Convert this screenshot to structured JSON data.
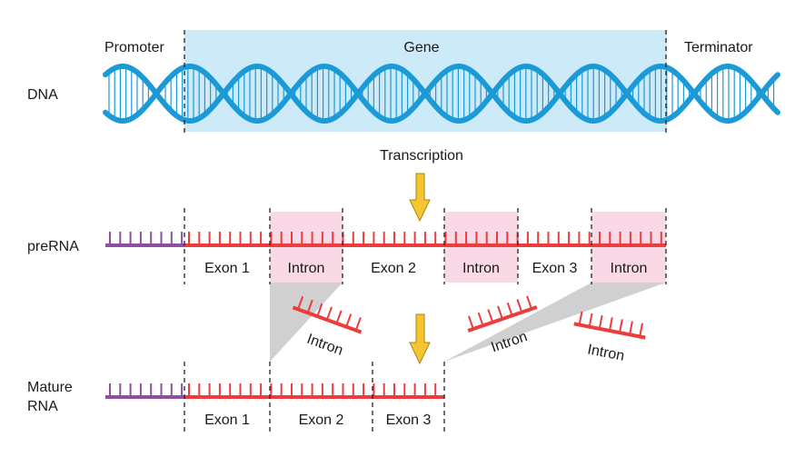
{
  "labels": {
    "dna": "DNA",
    "promoter": "Promoter",
    "gene": "Gene",
    "terminator": "Terminator",
    "transcription": "Transcription",
    "prerna": "preRNA",
    "mature_line1": "Mature",
    "mature_line2": "RNA"
  },
  "prerna_segments": [
    "Exon 1",
    "Intron",
    "Exon 2",
    "Intron",
    "Exon 3",
    "Intron"
  ],
  "mature_segments": [
    "Exon 1",
    "Exon 2",
    "Exon 3"
  ],
  "removed_introns": [
    "Intron",
    "Intron",
    "Intron"
  ],
  "colors": {
    "dna_strand": "#1a9ad6",
    "gene_region": "#cdeaf8",
    "rna": "#ee3b3b",
    "promoter_rna": "#8e4fa3",
    "intron_region": "#f9d9e6",
    "splice_wedge": "#d0d0d0",
    "arrow_fill": "#f7c531"
  }
}
